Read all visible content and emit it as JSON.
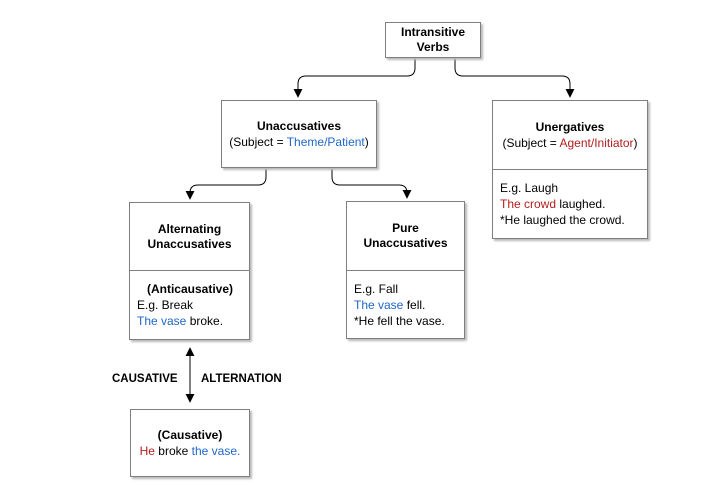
{
  "colors": {
    "black": "#000000",
    "blue": "#1f66c9",
    "red": "#b01e1e",
    "border": "#7f7f7f"
  },
  "labels": {
    "causative": "CAUSATIVE",
    "alternation": "ALTERNATION"
  },
  "nodes": {
    "intransitive": {
      "title_lines": [
        "Intransitive",
        "Verbs"
      ]
    },
    "unaccusatives": {
      "title": "Unaccusatives",
      "subtitle": [
        {
          "t": "(Subject = ",
          "c": "black"
        },
        {
          "t": "Theme/Patient",
          "c": "blue"
        },
        {
          "t": ")",
          "c": "black"
        }
      ]
    },
    "unergatives": {
      "title": "Unergatives",
      "subtitle": [
        {
          "t": "(Subject = ",
          "c": "black"
        },
        {
          "t": "Agent/Initiator",
          "c": "red"
        },
        {
          "t": ")",
          "c": "black"
        }
      ],
      "examples": [
        [
          {
            "t": "E.g. Laugh",
            "c": "black"
          }
        ],
        [
          {
            "t": "The crowd",
            "c": "red"
          },
          {
            "t": " laughed.",
            "c": "black"
          }
        ],
        [
          {
            "t": "*He laughed the crowd.",
            "c": "black"
          }
        ]
      ]
    },
    "alternating": {
      "title_lines": [
        "Alternating",
        "Unaccusatives"
      ],
      "sub_heading": "(Anticausative)",
      "examples": [
        [
          {
            "t": "E.g. Break",
            "c": "black"
          }
        ],
        [
          {
            "t": "The vase",
            "c": "blue"
          },
          {
            "t": " broke.",
            "c": "black"
          }
        ]
      ]
    },
    "pure": {
      "title_lines": [
        "Pure",
        "Unaccusatives"
      ],
      "examples": [
        [
          {
            "t": "E.g. Fall",
            "c": "black"
          }
        ],
        [
          {
            "t": "The vase",
            "c": "blue"
          },
          {
            "t": " fell.",
            "c": "black"
          }
        ],
        [
          {
            "t": "*He fell the vase.",
            "c": "black"
          }
        ]
      ]
    },
    "causative": {
      "sub_heading": "(Causative)",
      "examples": [
        [
          {
            "t": "He",
            "c": "red"
          },
          {
            "t": " broke ",
            "c": "black"
          },
          {
            "t": "the vase.",
            "c": "blue"
          }
        ]
      ]
    }
  }
}
